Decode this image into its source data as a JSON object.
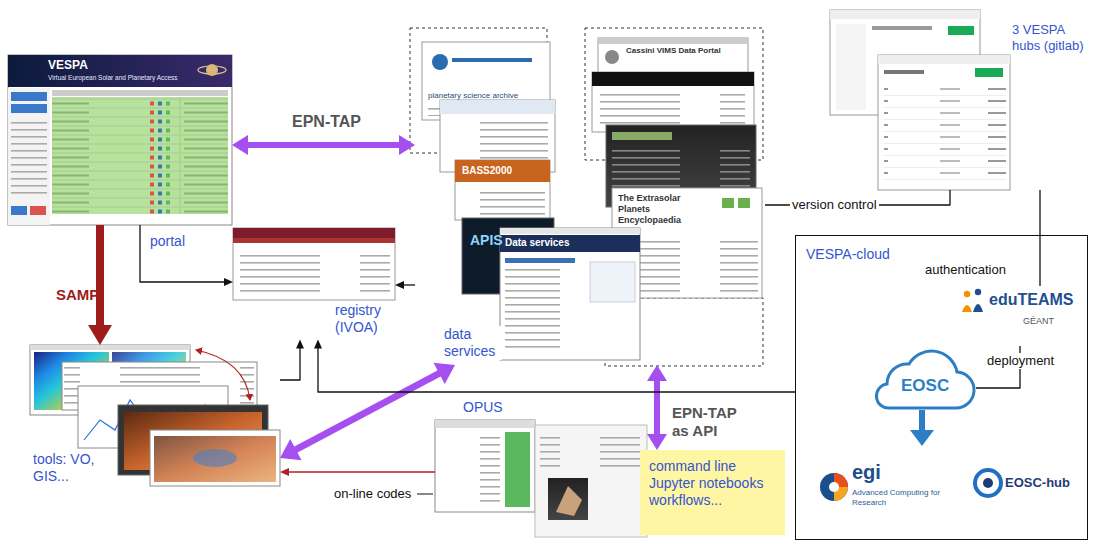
{
  "diagram": {
    "nodes": [
      {
        "text": [
          "VESPA",
          "Virtual European Solar and Planetary Access"
        ]
      },
      {
        "text": [
          "Data services"
        ]
      },
      {
        "text": [
          "registry (IVOA)"
        ]
      },
      {
        "text": [
          "tools: VO, GIS..."
        ]
      },
      {
        "text": [
          "OPUS"
        ]
      },
      {
        "text": [
          "command line Jupyter notebooks workflows..."
        ]
      },
      {
        "text": [
          "3 VESPA hubs (gitlab)"
        ]
      },
      {
        "text": [
          "VESPA-cloud"
        ]
      },
      {
        "text": [
          "eduTEAMS",
          "GÉANT"
        ],
        "in": 7
      },
      {
        "text": [
          "EOSC"
        ],
        "in": 7
      },
      {
        "text": [
          "egi",
          "Advanced Computing for Research"
        ],
        "in": 7
      },
      {
        "text": [
          "EOSC-hub"
        ],
        "in": 7
      }
    ],
    "edges": [
      {
        "from": 0,
        "to": 1,
        "label": "EPN-TAP",
        "arrow": "both"
      },
      {
        "from": 0,
        "to": 3,
        "label": "SAMP",
        "arrow": "to"
      },
      {
        "from": 0,
        "to": 2,
        "label": "portal",
        "arrow": "to"
      },
      {
        "from": 3,
        "to": 1,
        "arrow": "both"
      },
      {
        "from": 3,
        "to": 2,
        "arrow": "to"
      },
      {
        "from": 1,
        "to": 2,
        "arrow": "to"
      },
      {
        "from": 1,
        "to": 5,
        "label": "EPN-TAP as API",
        "arrow": "both"
      },
      {
        "from": 4,
        "to": 3,
        "arrow": "to"
      },
      {
        "from": 7,
        "to": 2,
        "arrow": "to"
      },
      {
        "from": 1,
        "to": 6,
        "label": "version control",
        "arrow": "none"
      },
      {
        "from": 8,
        "to": 6,
        "arrow": "none"
      },
      {
        "from": 8,
        "to": 9,
        "label": "deployment",
        "arrow": "none"
      }
    ],
    "labels": [
      "data services",
      "on-line codes",
      "authentication",
      "planetary science archive",
      "Cassini VIMS Data Portal",
      "BASS2000",
      "APIS",
      "The Extrasolar Planets Encyclopaedia"
    ]
  }
}
